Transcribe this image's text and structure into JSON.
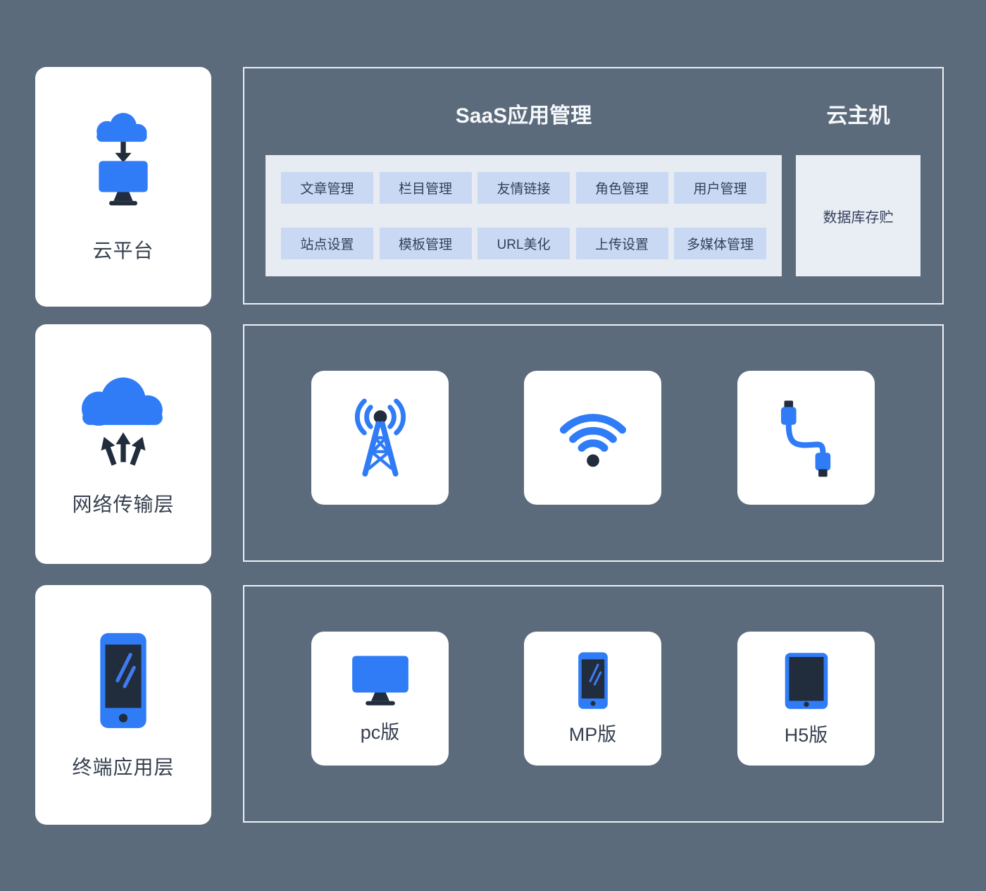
{
  "layers": {
    "platform": {
      "label": "云平台",
      "icon": "cloud-to-monitor-icon"
    },
    "network": {
      "label": "网络传输层",
      "icon": "cloud-upload-icon"
    },
    "terminal": {
      "label": "终端应用层",
      "icon": "smartphone-icon"
    }
  },
  "saas": {
    "title": "SaaS应用管理",
    "host_title": "云主机",
    "buttons_row1": [
      "文章管理",
      "栏目管理",
      "友情链接",
      "角色管理",
      "用户管理"
    ],
    "buttons_row2": [
      "站点设置",
      "模板管理",
      "URL美化",
      "上传设置",
      "多媒体管理"
    ],
    "storage_label": "数据库存贮"
  },
  "network_layer": {
    "icons": [
      "signal-tower",
      "wifi",
      "usb-cable"
    ]
  },
  "terminal_layer": {
    "items": [
      {
        "label": "pc版",
        "icon": "desktop-monitor"
      },
      {
        "label": "MP版",
        "icon": "smartphone"
      },
      {
        "label": "H5版",
        "icon": "tablet"
      }
    ]
  },
  "colors": {
    "background": "#5b6b7c",
    "accent_blue": "#2f7cf6",
    "dark_navy": "#212c3d",
    "module_button_bg": "#c9d9f4",
    "panel_bg": "#e7ebf2",
    "card_bg": "#ffffff"
  }
}
